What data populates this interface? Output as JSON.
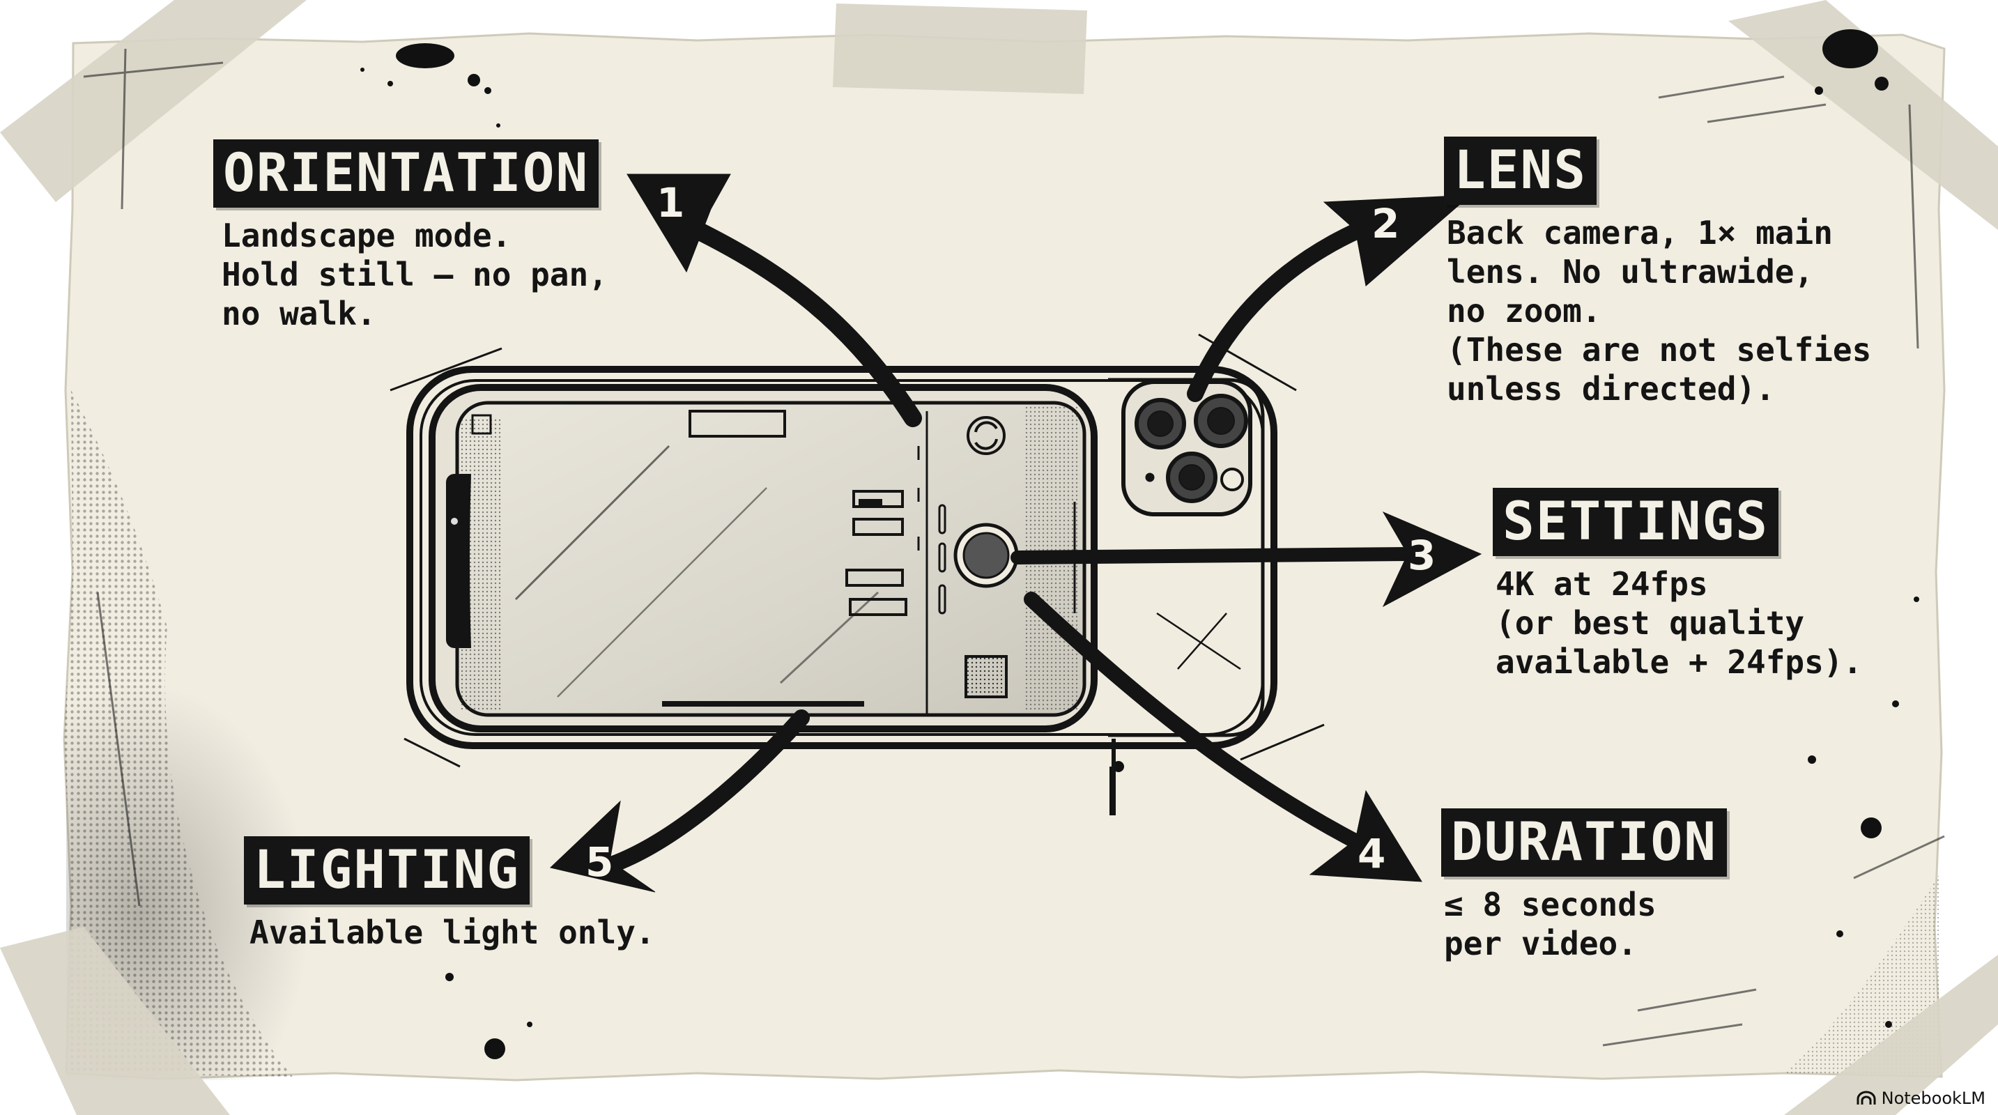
{
  "sections": {
    "orientation": {
      "label": "ORIENTATION",
      "number": "1",
      "lines": [
        "Landscape mode.",
        "Hold still — no pan,",
        "no walk."
      ]
    },
    "lens": {
      "label": "LENS",
      "number": "2",
      "lines": [
        "Back camera, 1× main",
        "lens. No ultrawide,",
        "no zoom.",
        "(These are not selfies",
        "unless directed)."
      ]
    },
    "settings": {
      "label": "SETTINGS",
      "number": "3",
      "lines": [
        "4K at 24fps",
        "(or best quality",
        "available + 24fps)."
      ]
    },
    "duration": {
      "label": "DURATION",
      "number": "4",
      "lines": [
        "≤ 8 seconds",
        "per video."
      ]
    },
    "lighting": {
      "label": "LIGHTING",
      "number": "5",
      "lines": [
        "Available light only."
      ]
    }
  },
  "brand": {
    "name": "NotebookLM",
    "icon": "notebooklm-logo-icon"
  },
  "colors": {
    "paper": "#f1ede1",
    "ink": "#141414",
    "tape": "#d9d5c7",
    "label_bg": "#151515",
    "label_text": "#f3f0e6"
  }
}
